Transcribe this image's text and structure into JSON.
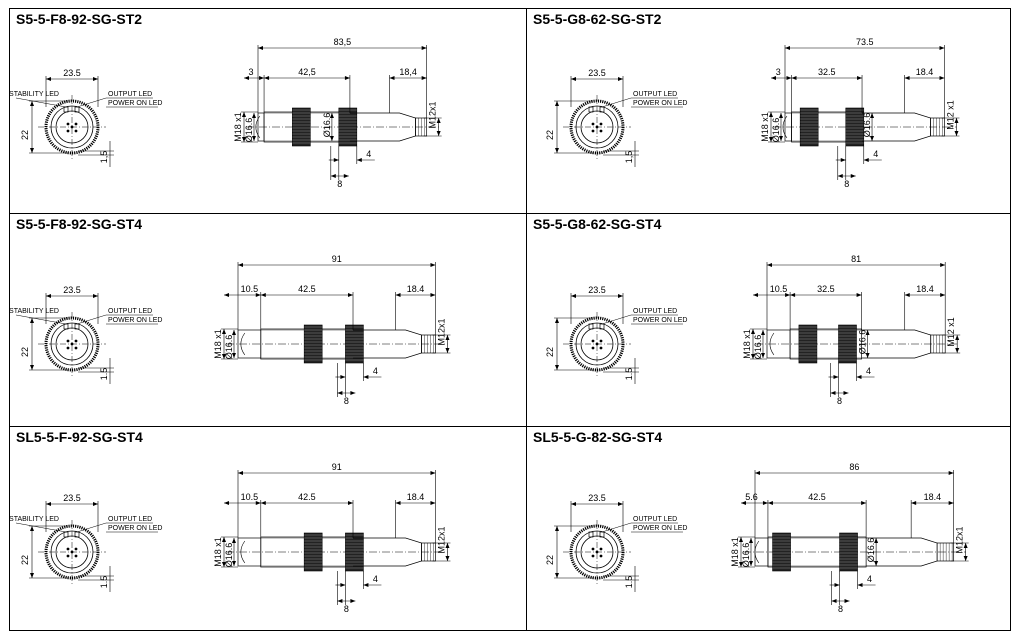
{
  "panels": [
    {
      "title": "S5-5-F8-92-SG-ST2",
      "total": "83,5",
      "first": "3",
      "mid": "42,5",
      "tail": "18,4",
      "front": "23.5",
      "height": "22",
      "pitch": "1,5",
      "inner_dia": "Ø16.6",
      "inner_dia2": "Ø16.6",
      "thread": "M18 x1",
      "connector": "M12x1",
      "nut_w": "4",
      "nut_gap": "8",
      "stability_led": "STABILITY LED",
      "output_led": "OUTPUT LED",
      "power_led": "POWER ON LED"
    },
    {
      "title": "S5-5-G8-62-SG-ST2",
      "total": "73.5",
      "first": "3",
      "mid": "32.5",
      "tail": "18.4",
      "front": "23.5",
      "height": "22",
      "pitch": "1,5",
      "inner_dia": "Ø16.6",
      "inner_dia2": "Ø16.6",
      "thread": "M18 x1",
      "connector": "M12 x1",
      "nut_w": "4",
      "nut_gap": "8",
      "stability_led": "",
      "output_led": "OUTPUT LED",
      "power_led": "POWER ON LED"
    },
    {
      "title": "S5-5-F8-92-SG-ST4",
      "total": "91",
      "first": "10.5",
      "mid": "42.5",
      "tail": "18.4",
      "front": "23.5",
      "height": "22",
      "pitch": "1.5",
      "inner_dia": "Ø16.6",
      "inner_dia2": "",
      "thread": "M18 x1",
      "connector": "M12x1",
      "nut_w": "4",
      "nut_gap": "8",
      "stability_led": "STABILITY LED",
      "output_led": "OUTPUT LED",
      "power_led": "POWER ON LED"
    },
    {
      "title": "S5-5-G8-62-SG-ST4",
      "total": "81",
      "first": "10.5",
      "mid": "32.5",
      "tail": "18.4",
      "front": "23.5",
      "height": "22",
      "pitch": "1.5",
      "inner_dia": "Ø16.6",
      "inner_dia2": "Ø16.6",
      "thread": "M18 x1",
      "connector": "M12 x1",
      "nut_w": "4",
      "nut_gap": "8",
      "stability_led": "",
      "output_led": "OUTPUT LED",
      "power_led": "POWER ON LED"
    },
    {
      "title": "SL5-5-F-92-SG-ST4",
      "total": "91",
      "first": "10.5",
      "mid": "42.5",
      "tail": "18.4",
      "front": "23.5",
      "height": "22",
      "pitch": "1.5",
      "inner_dia": "Ø16.6",
      "inner_dia2": "",
      "thread": "M18 x1",
      "connector": "M12x1",
      "nut_w": "4",
      "nut_gap": "8",
      "stability_led": "STABILITY LED",
      "output_led": "OUTPUT LED",
      "power_led": "POWER ON LED"
    },
    {
      "title": "SL5-5-G-82-SG-ST4",
      "total": "86",
      "first": "5.6",
      "mid": "42.5",
      "tail": "18.4",
      "front": "23.5",
      "height": "22",
      "pitch": "1.5",
      "inner_dia": "Ø16.6",
      "inner_dia2": "Ø16.6",
      "thread": "M18 x1",
      "connector": "M12x1",
      "nut_w": "4",
      "nut_gap": "8",
      "stability_led": "",
      "output_led": "OUTPUT LED",
      "power_led": "POWER ON LED"
    }
  ]
}
